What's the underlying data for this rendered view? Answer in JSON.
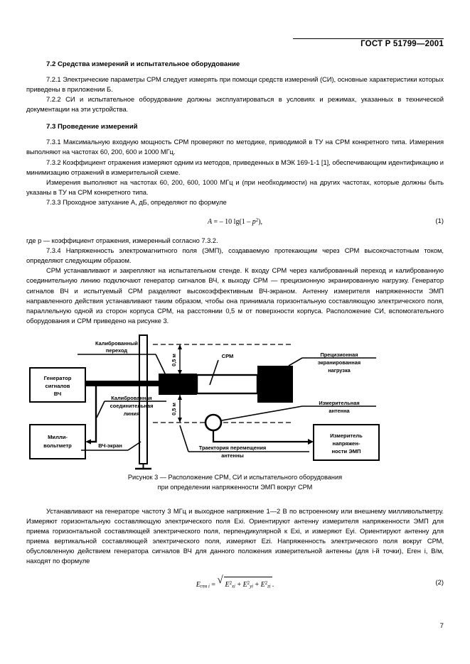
{
  "header": {
    "standard_title": "ГОСТ Р 51799—2001"
  },
  "sections": {
    "s72_heading": "7.2 Средства измерений и испытательное оборудование",
    "s721": "7.2.1 Электрические параметры СРМ следует измерять при помощи средств измерений (СИ), основные характеристики которых приведены в приложении Б.",
    "s722": "7.2.2 СИ и испытательное оборудование должны эксплуатироваться в условиях и режимах, указанных в технической документации на эти устройства.",
    "s73_heading": "7.3 Проведение измерений",
    "s731": "7.3.1 Максимальную входную мощность СРМ проверяют по методике, приводимой в ТУ на СРМ конкретного типа. Измерения выполняют на частотах 60, 200, 600 и 1000 МГц.",
    "s732": "7.3.2 Коэффициент отражения измеряют одним из методов, приведенных в МЭК 169-1-1 [1], обеспечивающим идентификацию и минимизацию отражений в измерительной схеме.",
    "s732b": "Измерения выполняют на частотах 60, 200, 600, 1000 МГц и (при необходимости) на других частотах, которые должны быть указаны в ТУ на СРМ конкретного типа.",
    "s733": "7.3.3 Проходное затухание А, дБ, определяют по формуле",
    "formula1_number": "(1)",
    "formula1_where": "где p — коэффициент отражения, измеренный согласно 7.3.2.",
    "s734": "7.3.4 Напряженность электромагнитного поля (ЭМП), создаваемую протекающим через СРМ высокочастотным током, определяют следующим образом.",
    "s734b": "СРМ устанавливают и закрепляют на испытательном стенде. К входу СРМ через калиброванный переход и калиброванную соединительную линию подключают генератор сигналов ВЧ, к выходу СРМ — прецизионную экранированную нагрузку. Генератор сигналов ВЧ и испытуемый СРМ разделяют высокоэффективным ВЧ-экраном. Антенну измерителя напряженности ЭМП направленного действия устанавливают таким образом, чтобы она принимала горизонтальную составляющую электрического поля, параллельную одной из сторон корпуса СРМ, на расстоянии 0,5 м от поверхности корпуса. Расположение СИ, вспомогательного оборудования и СРМ приведено на рисунке 3.",
    "after_fig_1": "Устанавливают на генераторе частоту 3 МГц и выходное напряжение 1—2 В по встроенному или внешнему милливольтметру. Измеряют горизонтальную составляющую электрического поля Exi. Ориентируют антенну измерителя напряженности ЭМП для приема горизонтальной составляющей электрического поля, перпендикулярной к Exi, и измеряют Eyi. Ориентируют антенну для приема вертикальной составляющей электрического поля, измеряют Ezi. Напряженность электрического поля вокруг СРМ, обусловленную действием генератора сигналов ВЧ для данного положения измерительной антенны (для i-й точки), Eген i, В/м, находят по формуле",
    "formula2_number": "(2)"
  },
  "figure": {
    "caption_line1": "Рисунок 3 — Расположение СРМ, СИ и испытательного оборудования",
    "caption_line2": "при определении напряженности ЭМП вокруг СРМ",
    "labels": {
      "generator": "Генератор\nсигналов\nВЧ",
      "generator_l1": "Генератор",
      "generator_l2": "сигналов",
      "generator_l3": "ВЧ",
      "millivoltmeter_l1": "Милли-",
      "millivoltmeter_l2": "вольтметр",
      "calibrated_transition_l1": "Калиброванный",
      "calibrated_transition_l2": "переход",
      "calibrated_line_l1": "Калиброванная",
      "calibrated_line_l2": "соединительная",
      "calibrated_line_l3": "линия",
      "rf_screen": "ВЧ-экран",
      "srm": "СРМ",
      "distance_top": "0,5 м",
      "distance_bottom": "0,5 м",
      "precision_load_l1": "Прецизионная",
      "precision_load_l2": "экранированная",
      "precision_load_l3": "нагрузка",
      "measuring_antenna_l1": "Измерительная",
      "measuring_antenna_l2": "антенна",
      "antenna_path_l1": "Траектория перемещения",
      "antenna_path_l2": "антенны",
      "emp_meter_l1": "Измеритель",
      "emp_meter_l2": "напряжен-",
      "emp_meter_l3": "ности ЭМП"
    }
  },
  "footer": {
    "page_number": "7"
  },
  "colors": {
    "ink": "#000000",
    "paper": "#ffffff"
  }
}
